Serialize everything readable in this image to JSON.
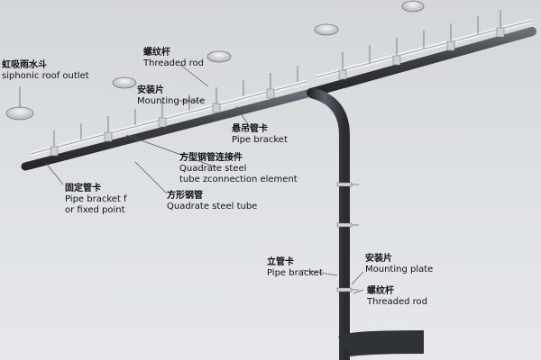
{
  "labels": {
    "siphonic_outlet": {
      "zh": "虹吸雨水斗",
      "en": "siphonic roof outlet"
    },
    "threaded_rod_top": {
      "zh": "螺纹杆",
      "en": "Threaded rod"
    },
    "mounting_plate_top": {
      "zh": "安装片",
      "en": "Mounting plate"
    },
    "pipe_bracket_top": {
      "zh": "悬吊管卡",
      "en": "Pipe bracket"
    },
    "connection_element": {
      "zh": "方型钢管连接件",
      "en1": "Quadrate steel",
      "en2": "tube zconnection element"
    },
    "quadrate_tube": {
      "zh": "方形钢管",
      "en": "Quadrate steel tube"
    },
    "fixed_bracket": {
      "zh": "固定管卡",
      "en1": "Pipe bracket f",
      "en2": "or fixed point"
    },
    "pipe_bracket_vertical": {
      "zh": "立管卡",
      "en": "Pipe bracket"
    },
    "mounting_plate_vertical": {
      "zh": "安装片",
      "en": "Mounting plate"
    },
    "threaded_rod_vertical": {
      "zh": "螺纹杆",
      "en": "Threaded rod"
    }
  },
  "colors": {
    "pipe": "#3a3d42",
    "pipe_highlight": "#6b7078",
    "steel_tube": "#e4e7ea",
    "outlet": "#d9dcdf",
    "leader": "#555555"
  }
}
